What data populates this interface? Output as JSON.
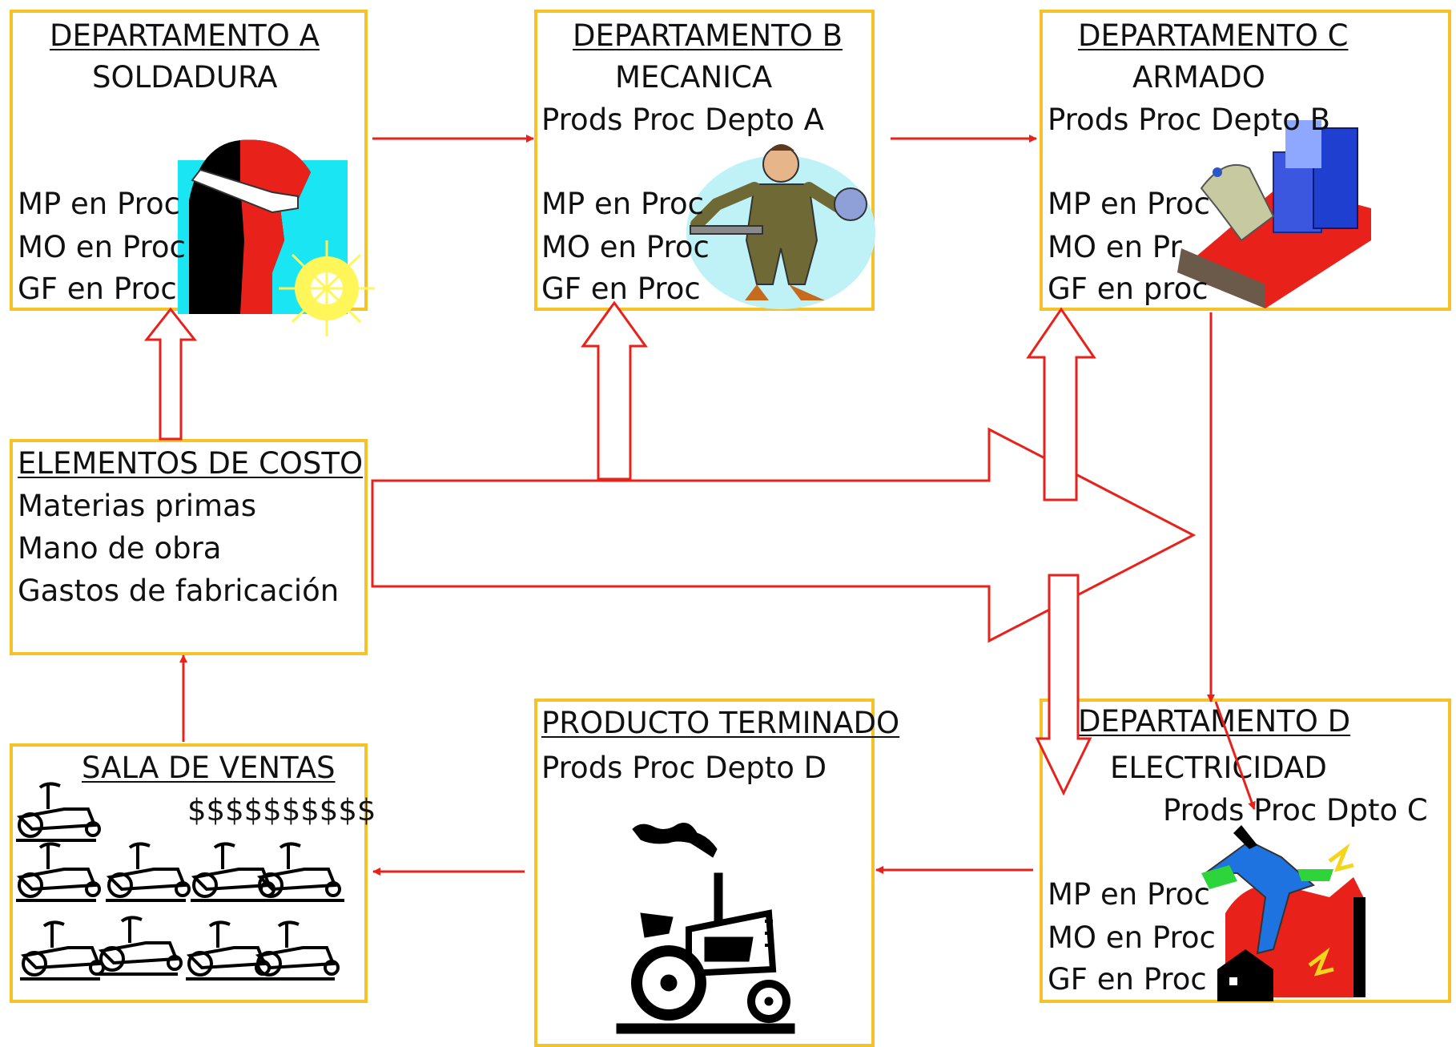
{
  "dept_a": {
    "title": "DEPARTAMENTO A",
    "subtitle": "SOLDADURA",
    "lines": [
      "MP en Proc",
      "MO en Proc",
      "GF en Proc"
    ]
  },
  "dept_b": {
    "title": "DEPARTAMENTO B",
    "subtitle": "MECANICA",
    "input": "Prods Proc Depto A",
    "lines": [
      "MP en Proc",
      "MO en Proc",
      "GF en Proc"
    ]
  },
  "dept_c": {
    "title": "DEPARTAMENTO C",
    "subtitle": "ARMADO",
    "input": "Prods Proc Depto B",
    "lines": [
      "MP en Proc",
      "MO en Pr",
      "GF en proc"
    ]
  },
  "dept_d": {
    "title": "DEPARTAMENTO D",
    "subtitle": "ELECTRICIDAD",
    "input": "Prods Proc Dpto C",
    "lines": [
      "MP en Proc",
      "MO en Proc",
      "GF en Proc"
    ]
  },
  "elements": {
    "title": "ELEMENTOS DE COSTO",
    "lines": [
      "Materias primas",
      "Mano de obra",
      "Gastos de fabricación"
    ]
  },
  "finished": {
    "title": "PRODUCTO TERMINADO",
    "input": "Prods Proc Depto D"
  },
  "sales": {
    "title": "SALA DE VENTAS",
    "money": "$$$$$$$$$$"
  },
  "colors": {
    "border": "#f5c22a",
    "arrow": "#e8211b"
  },
  "icons": [
    "welder-icon",
    "mechanic-icon",
    "buildings-icon",
    "electrician-icon",
    "tractor-icon",
    "tractor-fleet-icon"
  ]
}
